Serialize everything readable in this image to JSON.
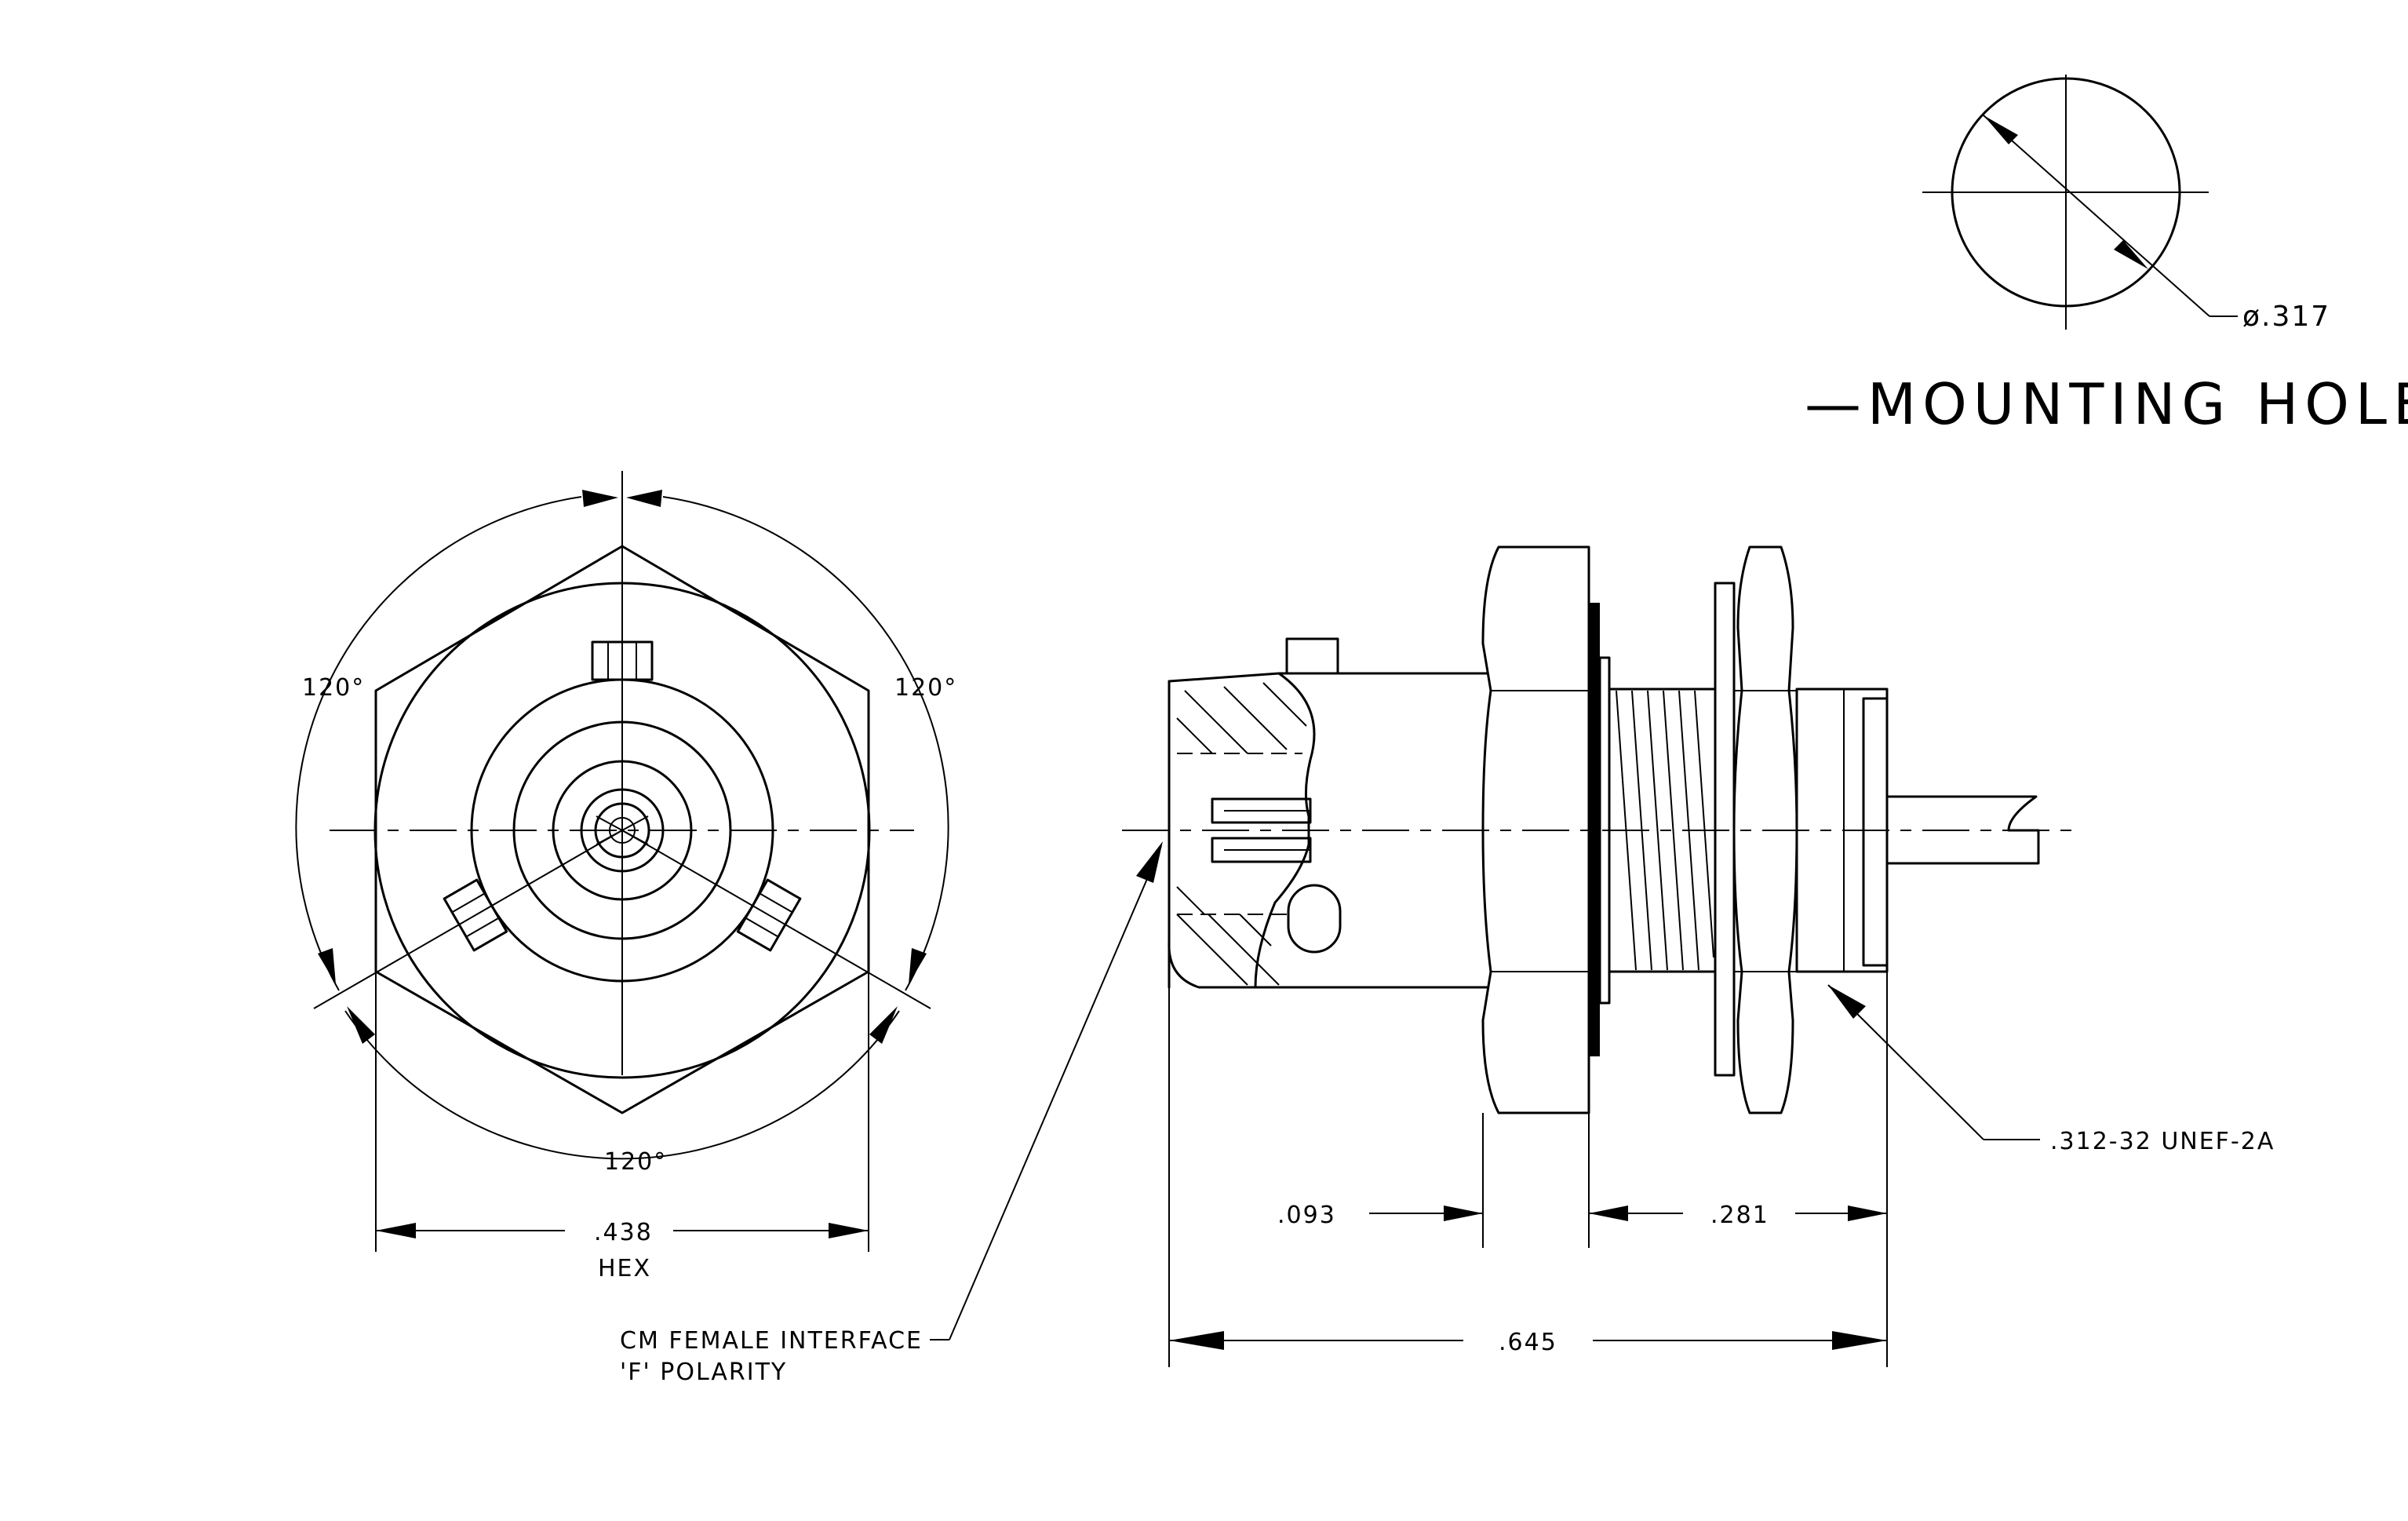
{
  "mounting_hole": {
    "title": "—MOUNTING HOLE—",
    "diameter": "ø.317"
  },
  "front_view": {
    "angle_left": "120°",
    "angle_right": "120°",
    "angle_bottom": "120°",
    "hex_dim": ".438",
    "hex_label": "HEX"
  },
  "side_view": {
    "dim_093": ".093",
    "dim_281": ".281",
    "dim_645": ".645",
    "thread": ".312-32 UNEF-2A",
    "interface_line1": "CM FEMALE INTERFACE",
    "interface_line2": "'F' POLARITY"
  }
}
